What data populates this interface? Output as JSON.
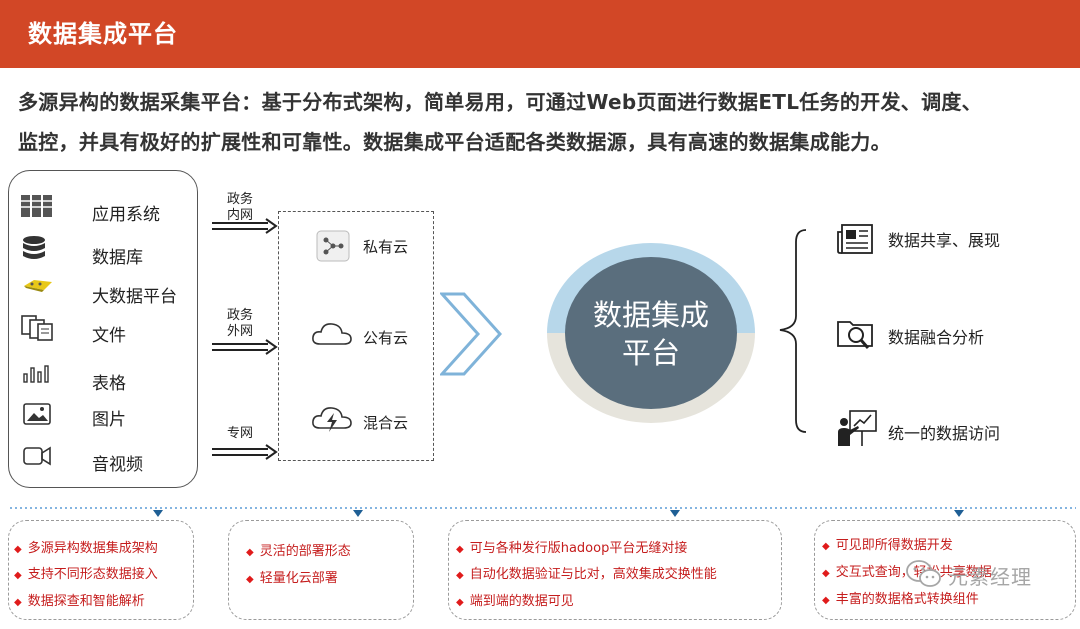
{
  "header": {
    "title": "数据集成平台"
  },
  "intro": {
    "line1": "多源异构的数据采集平台：基于分布式架构，简单易用，可通过Web页面进行数据ETL任务的开发、调度、",
    "line2": "监控，并具有极好的扩展性和可靠性。数据集成平台适配各类数据源，具有高速的数据集成能力。"
  },
  "sources": [
    {
      "label": "应用系统",
      "icon": "server-rack-icon"
    },
    {
      "label": "数据库",
      "icon": "database-icon"
    },
    {
      "label": "大数据平台",
      "icon": "big-data-icon"
    },
    {
      "label": "文件",
      "icon": "files-icon"
    },
    {
      "label": "表格",
      "icon": "table-icon"
    },
    {
      "label": "图片",
      "icon": "image-icon"
    },
    {
      "label": "音视频",
      "icon": "video-icon"
    }
  ],
  "networks": [
    {
      "line1": "政务",
      "line2": "内网"
    },
    {
      "line1": "政务",
      "line2": "外网"
    },
    {
      "line1": "专网",
      "line2": ""
    }
  ],
  "clouds": [
    {
      "label": "私有云",
      "icon": "private-cloud-icon"
    },
    {
      "label": "公有云",
      "icon": "cloud-icon"
    },
    {
      "label": "混合云",
      "icon": "hybrid-cloud-icon"
    }
  ],
  "core": {
    "line1": "数据集成",
    "line2": "平台"
  },
  "outputs": [
    {
      "label": "数据共享、展现",
      "icon": "newspaper-icon"
    },
    {
      "label": "数据融合分析",
      "icon": "folder-search-icon"
    },
    {
      "label": "统一的数据访问",
      "icon": "presentation-icon"
    }
  ],
  "features": [
    {
      "items": [
        "多源异构数据集成架构",
        "支持不同形态数据接入",
        "数据探查和智能解析"
      ]
    },
    {
      "items": [
        "灵活的部署形态",
        "轻量化云部署"
      ]
    },
    {
      "items": [
        "可与各种发行版hadoop平台无缝对接",
        "自动化数据验证与比对，高效集成交换性能",
        "端到端的数据可见"
      ]
    },
    {
      "items": [
        "可见即所得数据开发",
        "交互式查询，轻松共享数据",
        "丰富的数据格式转换组件"
      ]
    }
  ],
  "watermark": {
    "text": "元素经理"
  },
  "colors": {
    "header": "#d24726",
    "core": "#5a6e7d",
    "ring_top": "#b7d7ea",
    "ring_bottom": "#e6e4dc",
    "feature_text": "#c51d1d",
    "chevron": "#7fb3d9"
  }
}
